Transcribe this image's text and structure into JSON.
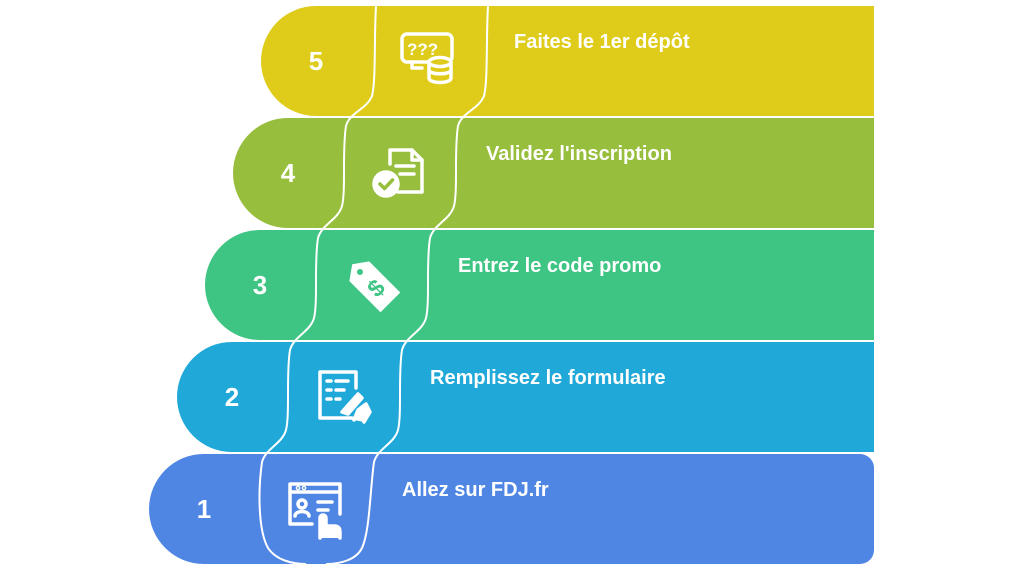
{
  "steps": [
    {
      "number": "1",
      "label": "Allez sur FDJ.fr",
      "color": "#4f86e4",
      "icon": "browser-user-click-icon"
    },
    {
      "number": "2",
      "label": "Remplissez le formulaire",
      "color": "#20a8d8",
      "icon": "form-pen-icon"
    },
    {
      "number": "3",
      "label": "Entrez le code promo",
      "color": "#3ec483",
      "icon": "price-tag-dollar-icon"
    },
    {
      "number": "4",
      "label": "Validez l'inscription",
      "color": "#97be3c",
      "icon": "document-check-icon"
    },
    {
      "number": "5",
      "label": "Faites le 1er dépôt",
      "color": "#dfcc1a",
      "icon": "slot-machine-coins-icon"
    }
  ]
}
